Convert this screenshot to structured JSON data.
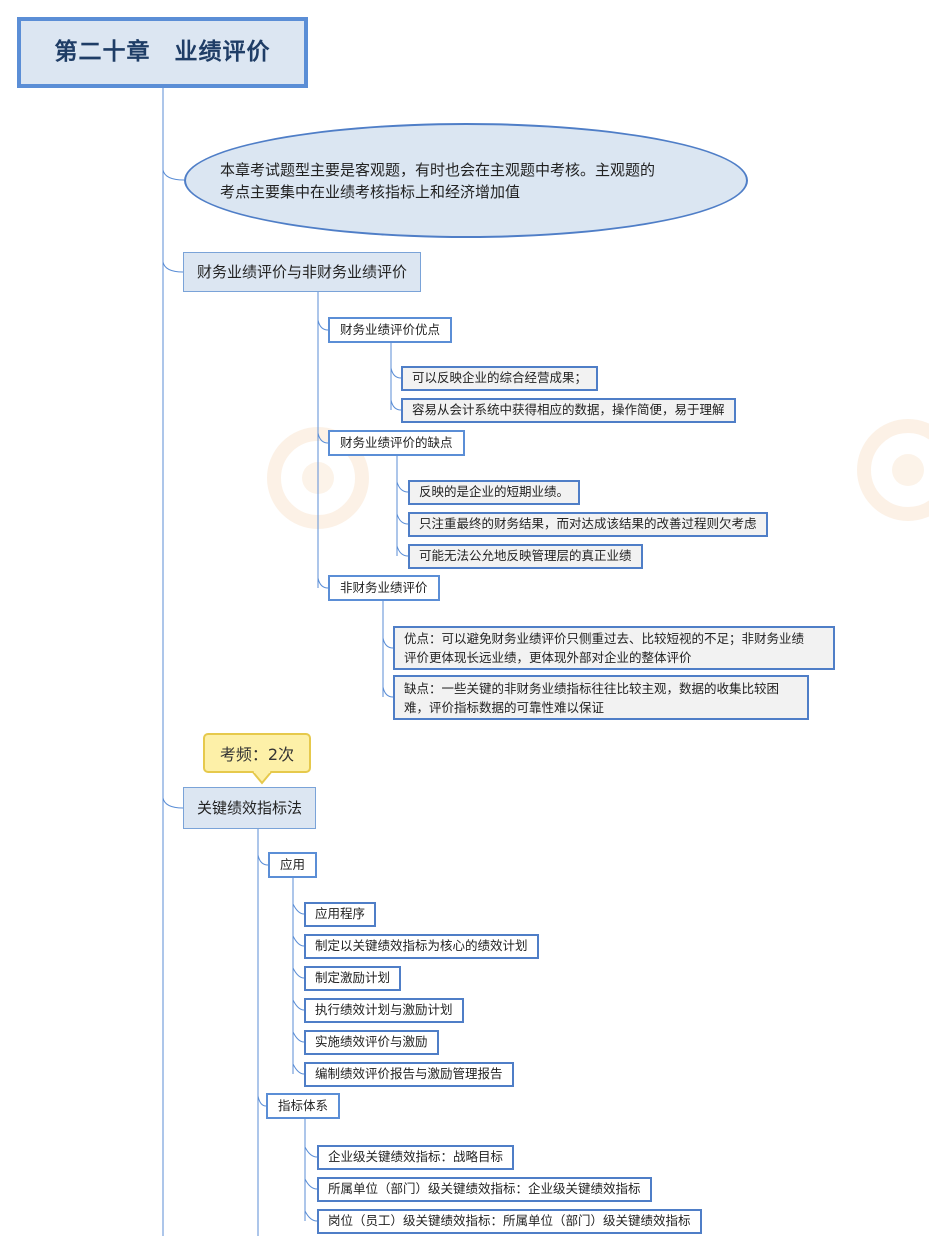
{
  "root": {
    "title": "第二十章　业绩评价"
  },
  "intro": {
    "line1": "本章考试题型主要是客观题，有时也会在主观题中考核。主观题的",
    "line2": "考点主要集中在业绩考核指标上和经济增加值"
  },
  "section1": {
    "title": "财务业绩评价与非财务业绩评价",
    "advantages": {
      "label": "财务业绩评价优点",
      "items": [
        "可以反映企业的综合经营成果；",
        "容易从会计系统中获得相应的数据，操作简便，易于理解"
      ]
    },
    "disadvantages": {
      "label": "财务业绩评价的缺点",
      "items": [
        "反映的是企业的短期业绩。",
        "只注重最终的财务结果，而对达成该结果的改善过程则欠考虑",
        "可能无法公允地反映管理层的真正业绩"
      ]
    },
    "nonfinancial": {
      "label": "非财务业绩评价",
      "pro": [
        "优点：可以避免财务业绩评价只侧重过去、比较短视的不足；非财务业绩",
        "评价更体现长远业绩，更体现外部对企业的整体评价"
      ],
      "con": [
        "缺点：一些关键的非财务业绩指标往往比较主观，数据的收集比较困",
        "难，评价指标数据的可靠性难以保证"
      ]
    }
  },
  "frequency_callout": "考频：2次",
  "section2": {
    "title": "关键绩效指标法",
    "application": {
      "label": "应用",
      "items": [
        "应用程序",
        "制定以关键绩效指标为核心的绩效计划",
        "制定激励计划",
        "执行绩效计划与激励计划",
        "实施绩效评价与激励",
        "编制绩效评价报告与激励管理报告"
      ]
    },
    "indicator_system": {
      "label": "指标体系",
      "items": [
        "企业级关键绩效指标：战略目标",
        "所属单位（部门）级关键绩效指标：企业级关键绩效指标",
        "岗位（员工）级关键绩效指标：所属单位（部门）级关键绩效指标"
      ]
    }
  },
  "colors": {
    "line": "#5b8ed6",
    "node_fill": "#dce6f2",
    "callout_fill": "#fdf0a8"
  }
}
